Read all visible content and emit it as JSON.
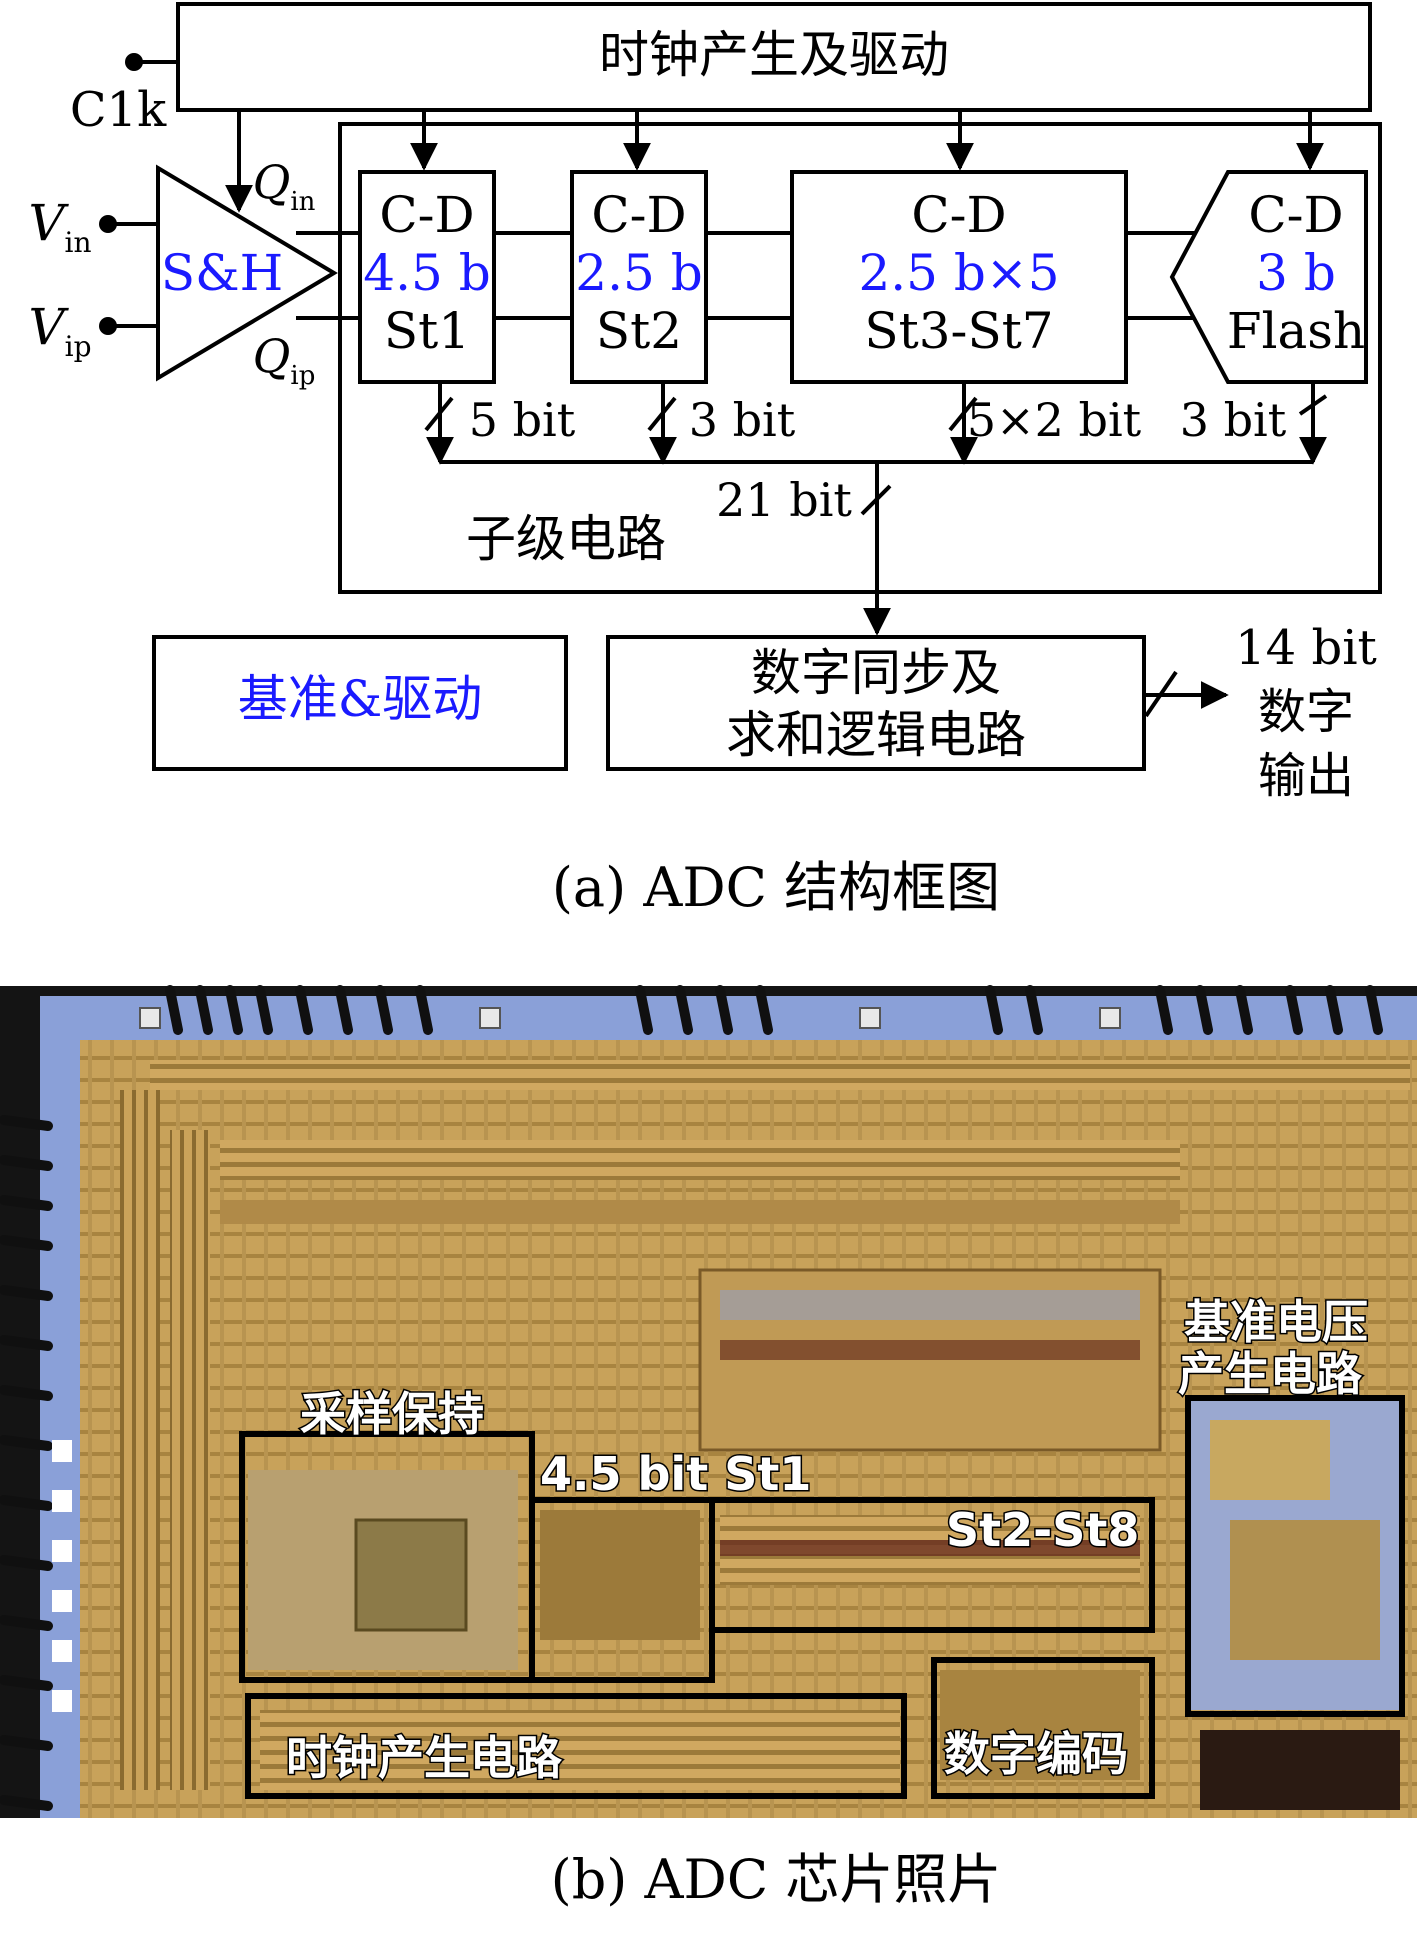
{
  "diagram": {
    "clock_block": "时钟产生及驱动",
    "clk_label": "C1k",
    "vin": {
      "sym": "V",
      "sub": "in"
    },
    "vip": {
      "sym": "V",
      "sub": "ip"
    },
    "qin": {
      "sym": "Q",
      "sub": "in"
    },
    "qip": {
      "sym": "Q",
      "sub": "ip"
    },
    "sh_label": "S&H",
    "stages": [
      {
        "top": "C-D",
        "mid": "4.5 b",
        "bot": "St1",
        "bits": "5 bit"
      },
      {
        "top": "C-D",
        "mid": "2.5 b",
        "bot": "St2",
        "bits": "3 bit"
      },
      {
        "top": "C-D",
        "mid": "2.5 b×5",
        "bot": "St3-St7",
        "bits": "5×2 bit"
      },
      {
        "top": "C-D",
        "mid": "3 b",
        "bot": "Flash",
        "bits": "3 bit"
      }
    ],
    "bus_label": "21 bit",
    "sub_circuit_label": "子级电路",
    "ref_block": "基准&驱动",
    "digital_block_line1": "数字同步及",
    "digital_block_line2": "求和逻辑电路",
    "output_bits": "14 bit",
    "output_label_line1": "数字",
    "output_label_line2": "输出",
    "caption": "(a) ADC 结构框图"
  },
  "photo": {
    "labels": {
      "ref_gen_line1": "基准电压",
      "ref_gen_line2": "产生电路",
      "sample_hold": "采样保持",
      "st1": "4.5 bit St1",
      "st2_st8": "St2-St8",
      "clock_gen": "时钟产生电路",
      "digital_encode": "数字编码"
    },
    "caption": "(b) ADC 芯片照片"
  },
  "colors": {
    "label_blue": "#1a1aff",
    "die_gold": "#c8a25a",
    "die_blue": "#8aa0d8",
    "die_dark": "#1a1a1a"
  }
}
